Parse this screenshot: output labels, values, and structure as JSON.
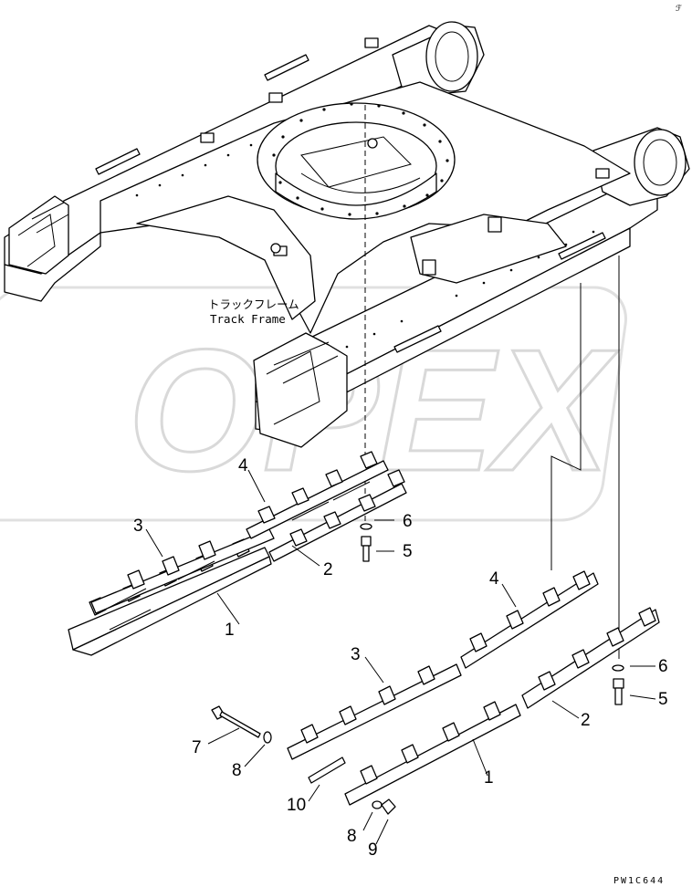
{
  "frame_label": {
    "jp": "トラックフレーム",
    "en": "Track Frame"
  },
  "watermark": "OPEX",
  "drawing_code": "PW1C644",
  "corner_mark": "ℱ",
  "callouts": {
    "upper": {
      "n1": "1",
      "n2": "2",
      "n3": "3",
      "n4": "4",
      "n5": "5",
      "n6": "6"
    },
    "lower": {
      "n1": "1",
      "n2": "2",
      "n3": "3",
      "n4": "4",
      "n5": "5",
      "n6": "6",
      "n7": "7",
      "n8a": "8",
      "n8b": "8",
      "n9": "9",
      "n10": "10"
    }
  },
  "colors": {
    "line": "#000000",
    "watermark": "#d9d9d9",
    "background": "#ffffff"
  }
}
